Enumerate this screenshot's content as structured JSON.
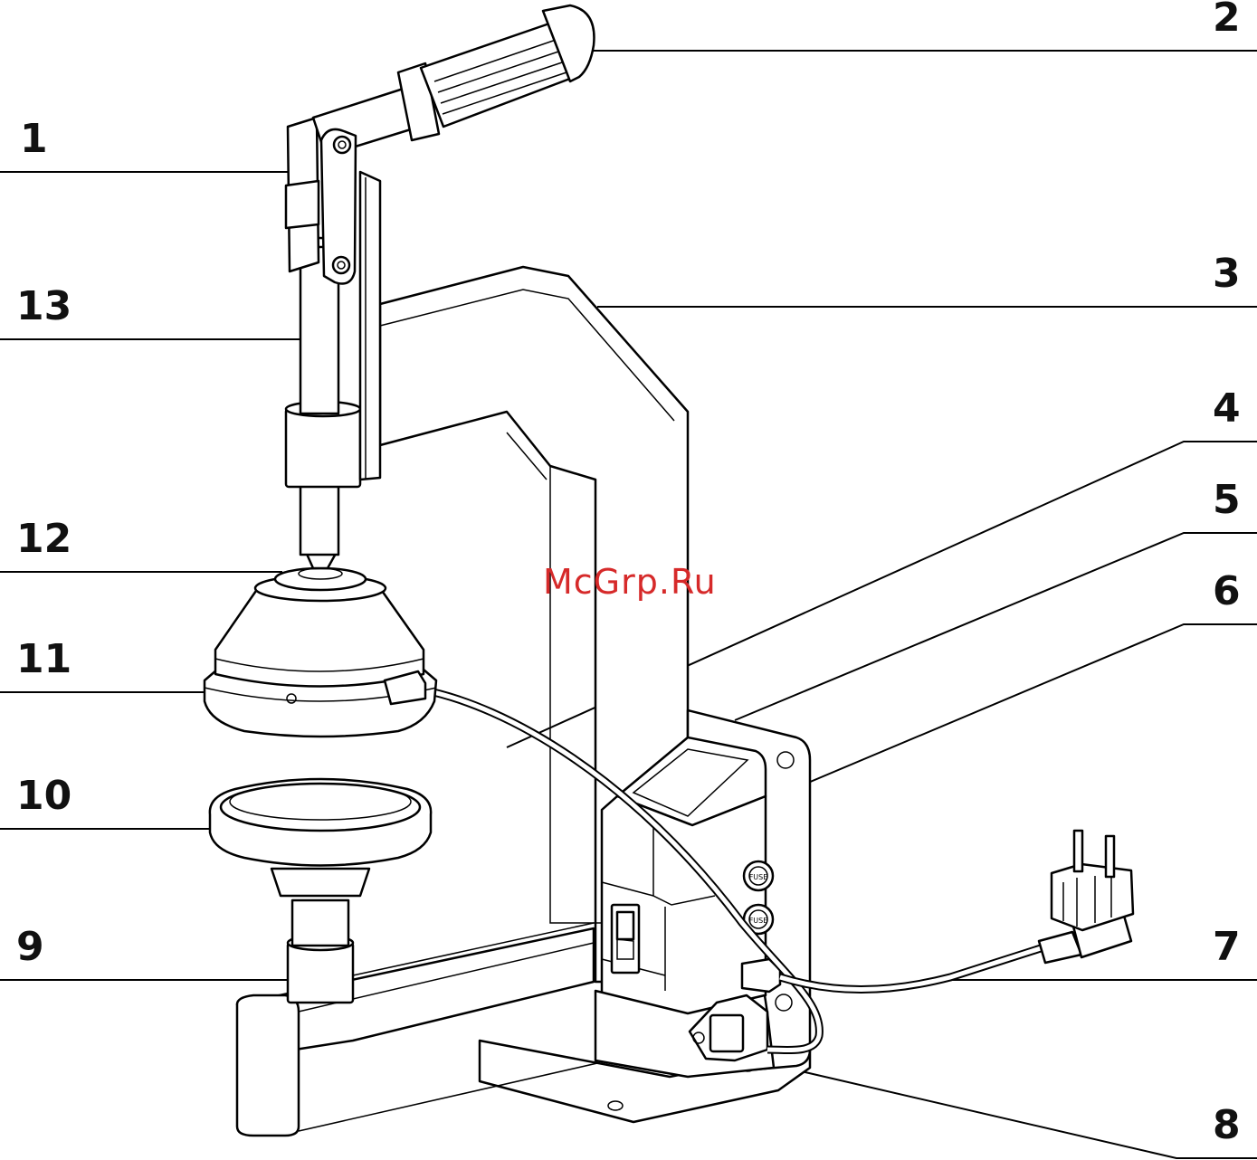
{
  "callouts": [
    {
      "id": "1",
      "text": "1"
    },
    {
      "id": "2",
      "text": "2"
    },
    {
      "id": "3",
      "text": "3"
    },
    {
      "id": "4",
      "text": "4"
    },
    {
      "id": "5",
      "text": "5"
    },
    {
      "id": "6",
      "text": "6"
    },
    {
      "id": "7",
      "text": "7"
    },
    {
      "id": "8",
      "text": "8"
    },
    {
      "id": "9",
      "text": "9"
    },
    {
      "id": "10",
      "text": "10"
    },
    {
      "id": "11",
      "text": "11"
    },
    {
      "id": "12",
      "text": "12"
    },
    {
      "id": "13",
      "text": "13"
    }
  ],
  "watermark": "McGrp.Ru",
  "fuse_label": "FUSE",
  "colors": {
    "line": "#000000",
    "background": "#ffffff",
    "watermark": "#d62a2a"
  }
}
